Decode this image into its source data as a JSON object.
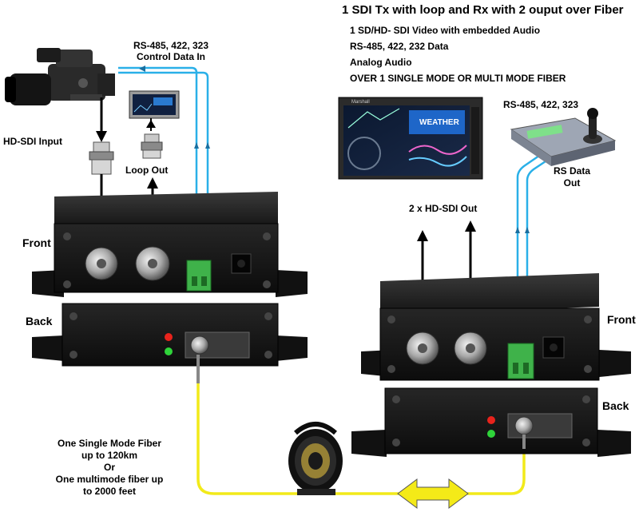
{
  "title": "1 SDI Tx with loop and Rx with 2 ouput over Fiber",
  "features": [
    "1 SD/HD- SDI Video with embedded  Audio",
    "RS-485, 422, 232 Data",
    "Analog Audio",
    "OVER 1 SINGLE MODE OR MULTI MODE FIBER"
  ],
  "tx": {
    "control_label_line1": "RS-485, 422, 323",
    "control_label_line2": "Control Data In",
    "input_label": "HD-SDI  Input",
    "loop_label": "Loop Out",
    "front_label": "Front",
    "back_label": "Back"
  },
  "rx": {
    "output_label": "2 x HD-SDI  Out",
    "rs_label": "RS-485, 422, 323",
    "rs_data_line1": "RS Data",
    "rs_data_line2": "Out",
    "front_label": "Front",
    "back_label": "Back"
  },
  "monitor": {
    "brand": "Marshall",
    "screen_text": "WEATHER"
  },
  "fiber": {
    "lines": [
      "One Single Mode Fiber",
      "up to 120km",
      "Or",
      "One multimode fiber up",
      "to 2000 feet"
    ]
  },
  "colors": {
    "fiber": "#f2ea1a",
    "data_cable": "#2ab0e8",
    "device": "#1c1c1c",
    "terminal": "#3fb24a",
    "led_red": "#e8231c",
    "led_green": "#2fd43a"
  }
}
